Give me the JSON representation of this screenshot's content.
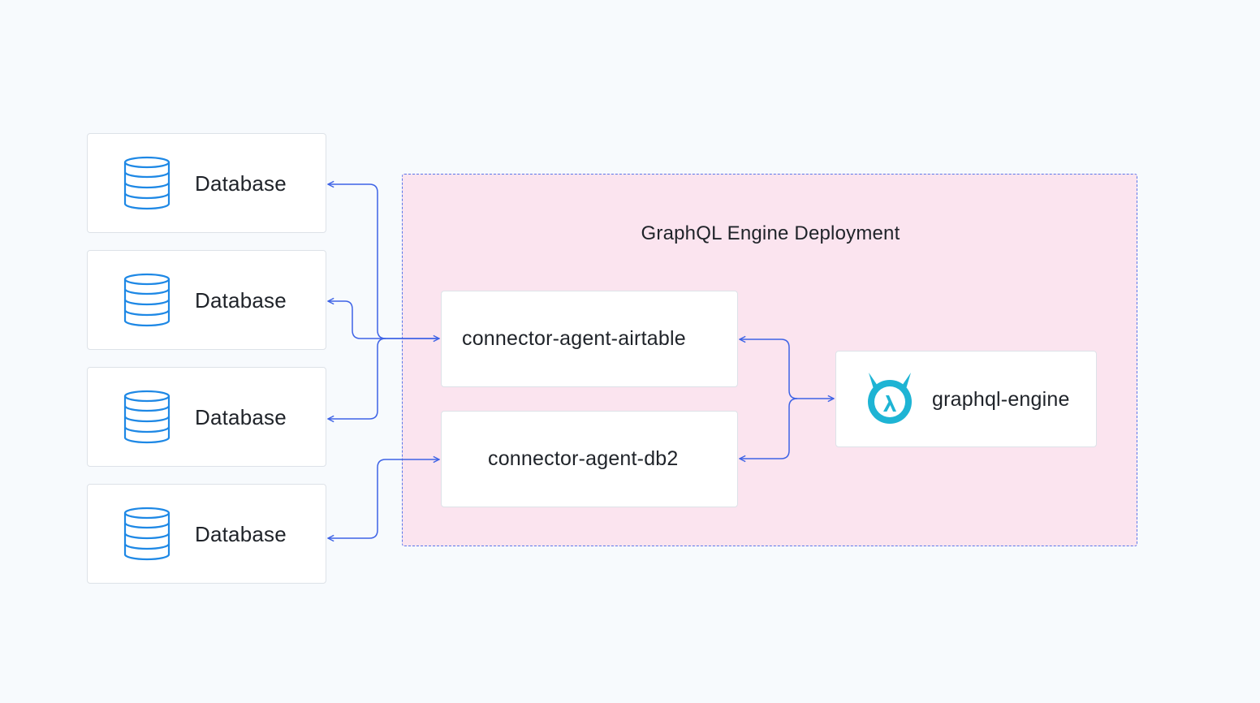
{
  "databases": [
    {
      "label": "Database",
      "icon": "database-icon"
    },
    {
      "label": "Database",
      "icon": "database-icon"
    },
    {
      "label": "Database",
      "icon": "database-icon"
    },
    {
      "label": "Database",
      "icon": "database-icon"
    }
  ],
  "deployment": {
    "title": "GraphQL Engine Deployment"
  },
  "agents": [
    {
      "label": "connector-agent-airtable"
    },
    {
      "label": "connector-agent-db2"
    }
  ],
  "engine": {
    "label": "graphql-engine",
    "icon": "hasura-logo-icon"
  },
  "colors": {
    "connector": "#3e63e6",
    "database_icon": "#1e88e5",
    "engine_logo": "#1eb4d4",
    "deployment_fill": "#fbe4ef",
    "deployment_border": "#5b76ea"
  }
}
